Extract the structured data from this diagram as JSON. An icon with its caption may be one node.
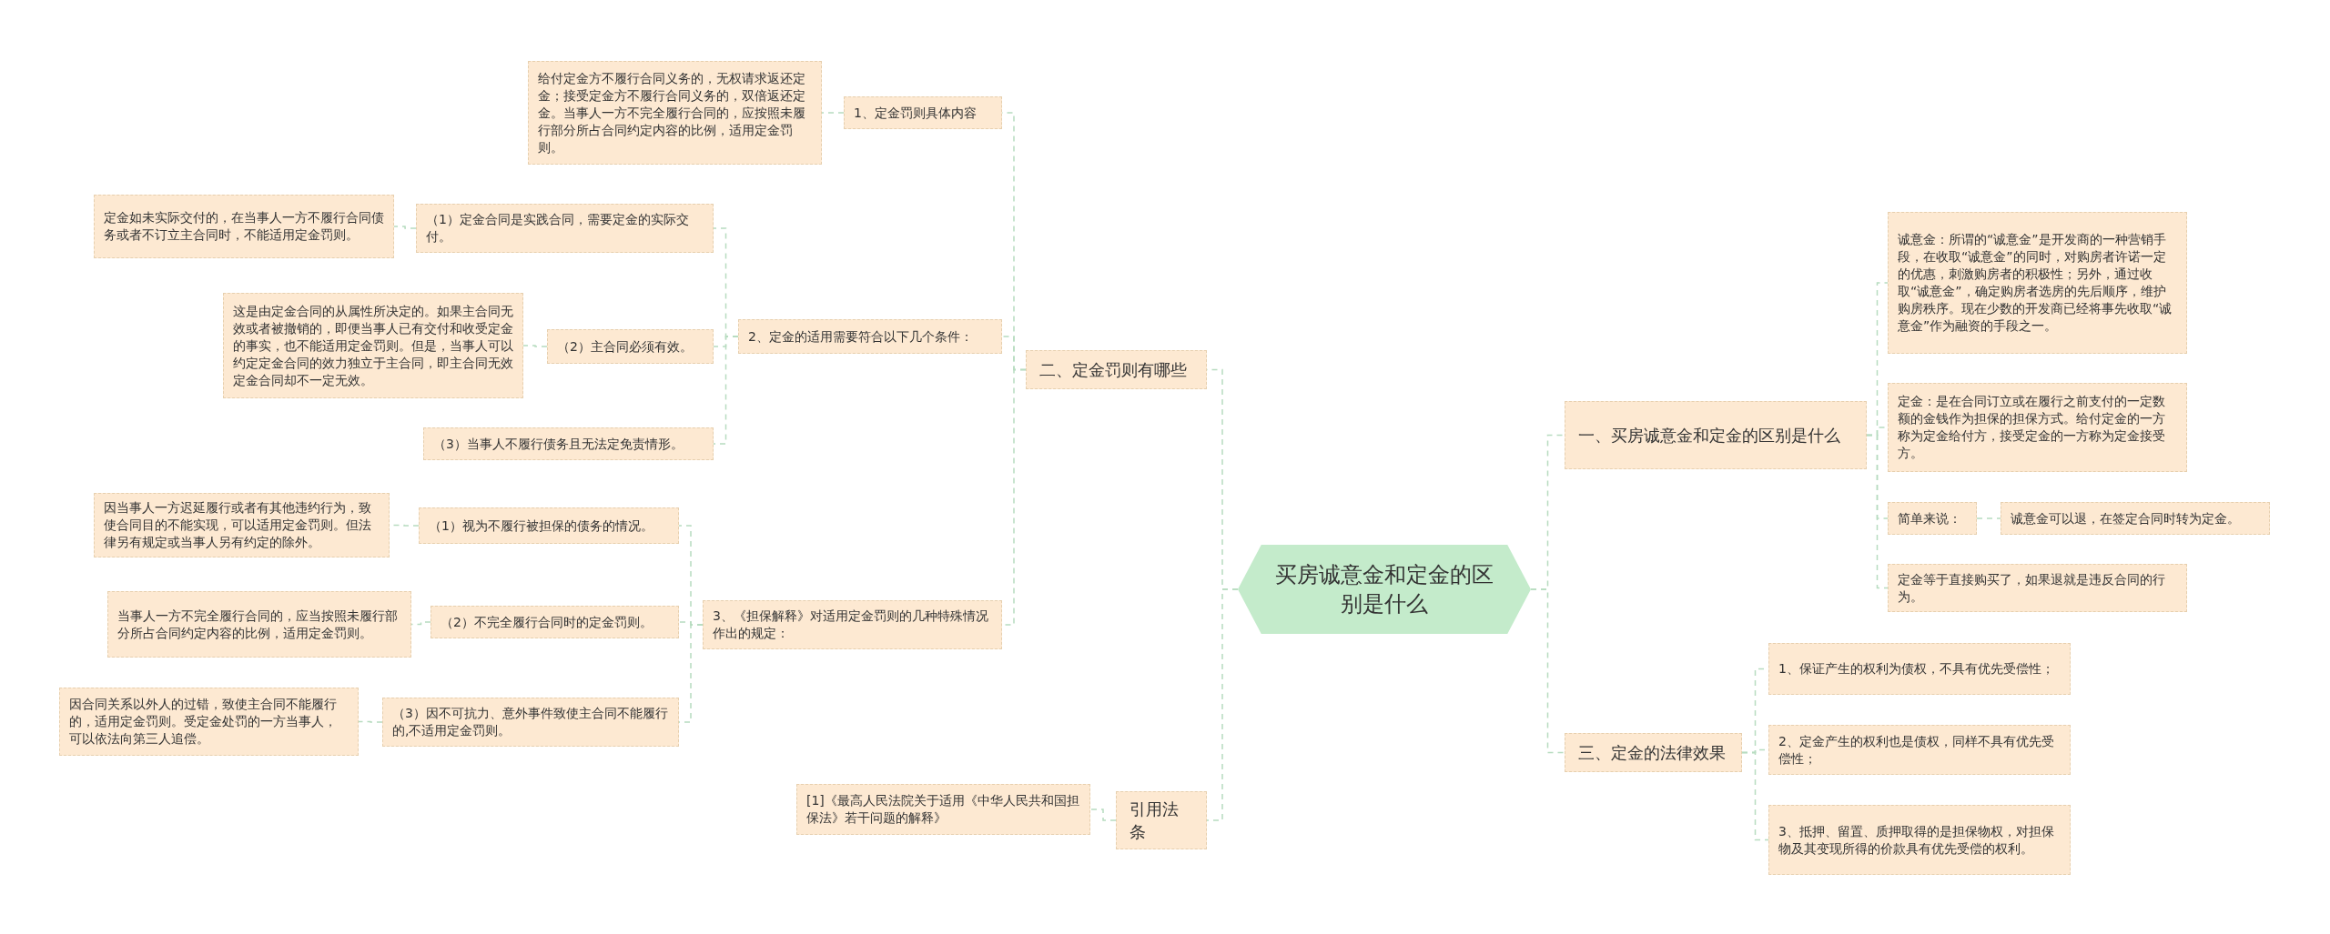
{
  "diagram": {
    "nodes": [
      {
        "text": [
          "买房诚意金和定金的区别是什么"
        ]
      },
      {
        "text": [
          "二、定金罚则有哪些"
        ]
      },
      {
        "text": [
          "1、定金罚则具体内容"
        ]
      },
      {
        "text": [
          "给付定金方不履行合同义务的，无权请求返还定金；接受定金方不履行合同义务的，双倍返还定金。当事人一方不完全履行合同的，应按照未履行部分所占合同约定内容的比例，适用定金罚则。"
        ]
      },
      {
        "text": [
          "2、定金的适用需要符合以下几个条件："
        ]
      },
      {
        "text": [
          "（1）定金合同是实践合同，需要定金的实际交付。"
        ]
      },
      {
        "text": [
          "定金如未实际交付的，在当事人一方不履行合同债务或者不订立主合同时，不能适用定金罚则。"
        ]
      },
      {
        "text": [
          "（2）主合同必须有效。"
        ]
      },
      {
        "text": [
          "这是由定金合同的从属性所决定的。如果主合同无效或者被撤销的，即便当事人已有交付和收受定金的事实，也不能适用定金罚则。但是，当事人可以约定定金合同的效力独立于主合同，即主合同无效定金合同却不一定无效。"
        ]
      },
      {
        "text": [
          "（3）当事人不履行债务且无法定免责情形。"
        ]
      },
      {
        "text": [
          "3、《担保解释》对适用定金罚则的几种特殊情况作出的规定："
        ]
      },
      {
        "text": [
          "（1）视为不履行被担保的债务的情况。"
        ]
      },
      {
        "text": [
          "因当事人一方迟延履行或者有其他违约行为，致使合同目的不能实现，可以适用定金罚则。但法律另有规定或当事人另有约定的除外。"
        ]
      },
      {
        "text": [
          "（2）不完全履行合同时的定金罚则。"
        ]
      },
      {
        "text": [
          "当事人一方不完全履行合同的，应当按照未履行部分所占合同约定内容的比例，适用定金罚则。"
        ]
      },
      {
        "text": [
          "（3）因不可抗力、意外事件致使主合同不能履行的,不适用定金罚则。"
        ]
      },
      {
        "text": [
          "因合同关系以外人的过错，致使主合同不能履行的，适用定金罚则。受定金处罚的一方当事人，可以依法向第三人追偿。"
        ]
      },
      {
        "text": [
          "引用法条"
        ]
      },
      {
        "text": [
          "[1]《最高人民法院关于适用《中华人民共和国担保法》若干问题的解释》"
        ]
      },
      {
        "text": [
          "一、买房诚意金和定金的区别是什么"
        ]
      },
      {
        "text": [
          "诚意金：所谓的“诚意金”是开发商的一种营销手段，在收取“诚意金”的同时，对购房者许诺一定的优惠，刺激购房者的积极性；另外，通过收取“诚意金”，确定购房者选房的先后顺序，维护购房秩序。现在少数的开发商已经将事先收取“诚意金”作为融资的手段之一。"
        ]
      },
      {
        "text": [
          "定金：是在合同订立或在履行之前支付的一定数额的金钱作为担保的担保方式。给付定金的一方称为定金给付方，接受定金的一方称为定金接受方。"
        ]
      },
      {
        "text": [
          "简单来说："
        ]
      },
      {
        "text": [
          "诚意金可以退，在签定合同时转为定金。"
        ]
      },
      {
        "text": [
          "定金等于直接购买了，如果退就是违反合同的行为。"
        ]
      },
      {
        "text": [
          "三、定金的法律效果"
        ]
      },
      {
        "text": [
          "1、保证产生的权利为债权，不具有优先受偿性；"
        ]
      },
      {
        "text": [
          "2、定金产生的权利也是债权，同样不具有优先受偿性；"
        ]
      },
      {
        "text": [
          "3、抵押、留置、质押取得的是担保物权，对担保物及其变现所得的价款具有优先受偿的权利。"
        ]
      }
    ],
    "edges": [
      {
        "from": 0,
        "to": 1,
        "arrow": "none",
        "style": "dashed"
      },
      {
        "from": 1,
        "to": 2,
        "arrow": "none",
        "style": "dashed"
      },
      {
        "from": 2,
        "to": 3,
        "arrow": "none",
        "style": "dashed"
      },
      {
        "from": 1,
        "to": 4,
        "arrow": "none",
        "style": "dashed"
      },
      {
        "from": 4,
        "to": 5,
        "arrow": "none",
        "style": "dashed"
      },
      {
        "from": 5,
        "to": 6,
        "arrow": "none",
        "style": "dashed"
      },
      {
        "from": 4,
        "to": 7,
        "arrow": "none",
        "style": "dashed"
      },
      {
        "from": 7,
        "to": 8,
        "arrow": "none",
        "style": "dashed"
      },
      {
        "from": 4,
        "to": 9,
        "arrow": "none",
        "style": "dashed"
      },
      {
        "from": 1,
        "to": 10,
        "arrow": "none",
        "style": "dashed"
      },
      {
        "from": 10,
        "to": 11,
        "arrow": "none",
        "style": "dashed"
      },
      {
        "from": 11,
        "to": 12,
        "arrow": "none",
        "style": "dashed"
      },
      {
        "from": 10,
        "to": 13,
        "arrow": "none",
        "style": "dashed"
      },
      {
        "from": 13,
        "to": 14,
        "arrow": "none",
        "style": "dashed"
      },
      {
        "from": 10,
        "to": 15,
        "arrow": "none",
        "style": "dashed"
      },
      {
        "from": 15,
        "to": 16,
        "arrow": "none",
        "style": "dashed"
      },
      {
        "from": 0,
        "to": 17,
        "arrow": "none",
        "style": "dashed"
      },
      {
        "from": 17,
        "to": 18,
        "arrow": "none",
        "style": "dashed"
      },
      {
        "from": 0,
        "to": 19,
        "arrow": "none",
        "style": "dashed"
      },
      {
        "from": 19,
        "to": 20,
        "arrow": "none",
        "style": "dashed"
      },
      {
        "from": 19,
        "to": 21,
        "arrow": "none",
        "style": "dashed"
      },
      {
        "from": 19,
        "to": 22,
        "arrow": "none",
        "style": "dashed"
      },
      {
        "from": 22,
        "to": 23,
        "arrow": "none",
        "style": "dashed"
      },
      {
        "from": 19,
        "to": 24,
        "arrow": "none",
        "style": "dashed"
      },
      {
        "from": 0,
        "to": 25,
        "arrow": "none",
        "style": "dashed"
      },
      {
        "from": 25,
        "to": 26,
        "arrow": "none",
        "style": "dashed"
      },
      {
        "from": 25,
        "to": 27,
        "arrow": "none",
        "style": "dashed"
      },
      {
        "from": 25,
        "to": 28,
        "arrow": "none",
        "style": "dashed"
      }
    ]
  }
}
